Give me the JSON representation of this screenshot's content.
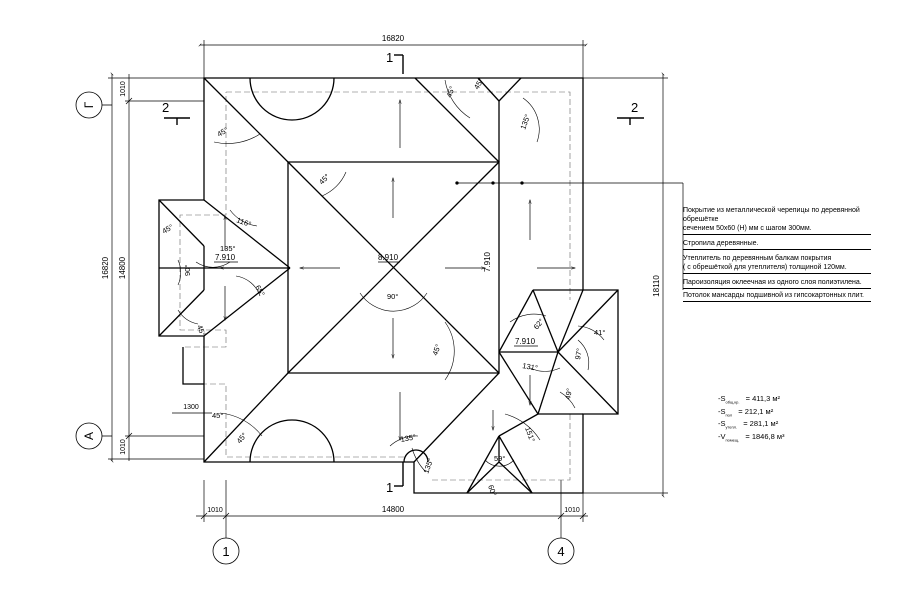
{
  "dimensions": {
    "top_total": "16820",
    "left_outer": "16820",
    "left_inner": "14800",
    "left_top_offset": "1010",
    "left_bottom_offset": "1010",
    "bottom_left": "1010",
    "bottom_mid": "14800",
    "bottom_right": "1010",
    "right_total": "18110",
    "notch_width": "1300"
  },
  "axes": {
    "top_left": "Г",
    "bottom_left": "А",
    "bottom_axis_1": "1",
    "bottom_axis_4": "4"
  },
  "section_marks": {
    "s1": "1",
    "s2": "2"
  },
  "elevations": {
    "ridge_main": "8.910",
    "ridge_right": "7.910",
    "ridge_left": "7.910",
    "ridge_east": "7.910"
  },
  "angles": {
    "a45": "45°",
    "a90": "90°",
    "a135": "135°",
    "a116": "116°",
    "a65": "65°",
    "a62": "62°",
    "a41": "41°",
    "a97": "97°",
    "a131": "131°",
    "a49": "49°",
    "a151": "151°",
    "a59": "59°",
    "a60": "60°"
  },
  "notes": [
    "Покрытие из металлической черепицы по деревянной обрешётке",
    "сечением 50х60 (Н) мм с шагом 300мм.",
    "Стропила деревянные.",
    "Утеплитель по деревянным балкам покрытия",
    "( с обрешёткой для утеплителя) толщиной 120мм.",
    "Пароизоляция оклеечная из одного слоя полиэтилена.",
    "Потолок мансарды подшивной из гипсокартонных плит."
  ],
  "areas": [
    {
      "label": "-S",
      "sub": "общ.кр.",
      "value": "= 411,3 м²"
    },
    {
      "label": "-S",
      "sub": "пол",
      "value": "= 212,1 м²"
    },
    {
      "label": "-S",
      "sub": "утепл.",
      "value": "= 281,1 м²"
    },
    {
      "label": "-V",
      "sub": "помещ.",
      "value": "= 1846,8 м³"
    }
  ]
}
